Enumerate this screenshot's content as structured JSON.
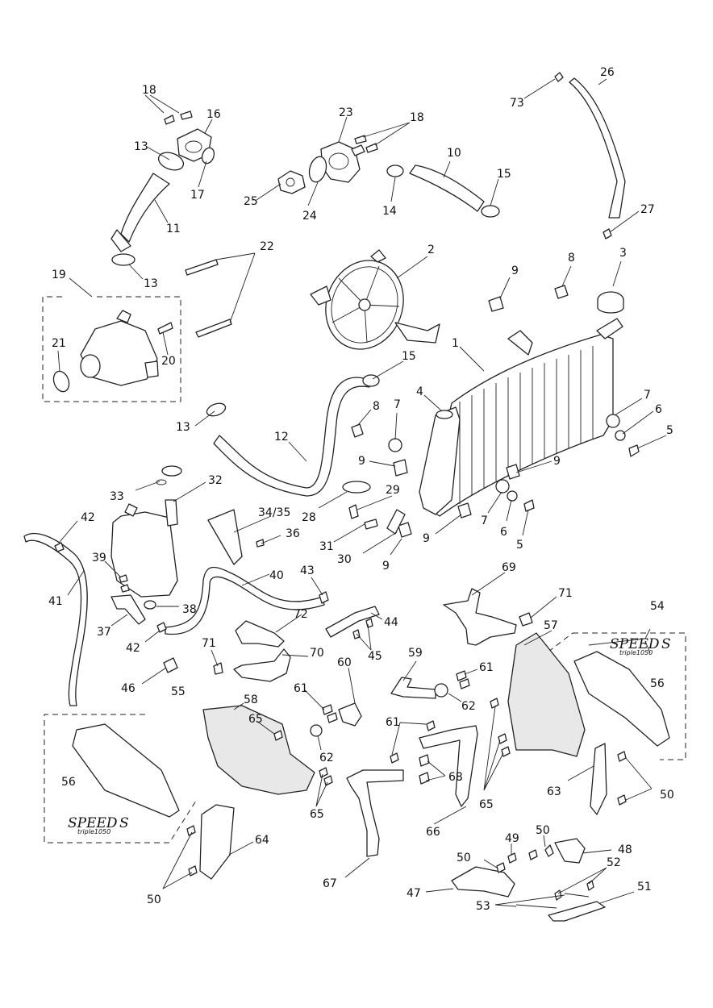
{
  "labels": {
    "l1": "1",
    "l2": "2",
    "l3": "3",
    "l4": "4",
    "l5a": "5",
    "l5b": "5",
    "l6a": "6",
    "l6b": "6",
    "l7a": "7",
    "l7b": "7",
    "l7c": "7",
    "l8a": "8",
    "l8b": "8",
    "l9a": "9",
    "l9b": "9",
    "l9c": "9",
    "l9d": "9",
    "l9e": "9",
    "l10": "10",
    "l11": "11",
    "l12": "12",
    "l13a": "13",
    "l13b": "13",
    "l13c": "13",
    "l14": "14",
    "l15a": "15",
    "l15b": "15",
    "l16": "16",
    "l17": "17",
    "l18a": "18",
    "l18b": "18",
    "l19": "19",
    "l20": "20",
    "l21": "21",
    "l22": "22",
    "l23": "23",
    "l24": "24",
    "l25": "25",
    "l26": "26",
    "l27": "27",
    "l28": "28",
    "l29": "29",
    "l30": "30",
    "l31": "31",
    "l32": "32",
    "l33": "33",
    "l34": "34/35",
    "l36": "36",
    "l37": "37",
    "l38": "38",
    "l39": "39",
    "l40": "40",
    "l41": "41",
    "l42a": "42",
    "l42b": "42",
    "l43": "43",
    "l44": "44",
    "l45": "45",
    "l46": "46",
    "l47": "47",
    "l48": "48",
    "l49": "49",
    "l50a": "50",
    "l50b": "50",
    "l50c": "50",
    "l50d": "50",
    "l51": "51",
    "l52": "52",
    "l53": "53",
    "l54": "54",
    "l55": "55",
    "l56a": "56",
    "l56b": "56",
    "l57": "57",
    "l58": "58",
    "l59": "59",
    "l60": "60",
    "l61a": "61",
    "l61b": "61",
    "l61c": "61",
    "l62a": "62",
    "l62b": "62",
    "l63": "63",
    "l64": "64",
    "l65a": "65",
    "l65b": "65",
    "l65c": "65",
    "l66": "66",
    "l67": "67",
    "l68": "68",
    "l69": "69",
    "l70": "70",
    "l71a": "71",
    "l71b": "71",
    "l72": "72",
    "l73": "73"
  },
  "logos": {
    "left": {
      "main": "SPEED",
      "letter": "S",
      "sub": "triple1050"
    },
    "right": {
      "main": "SPEED",
      "letter": "S",
      "sub": "triple1050"
    }
  }
}
